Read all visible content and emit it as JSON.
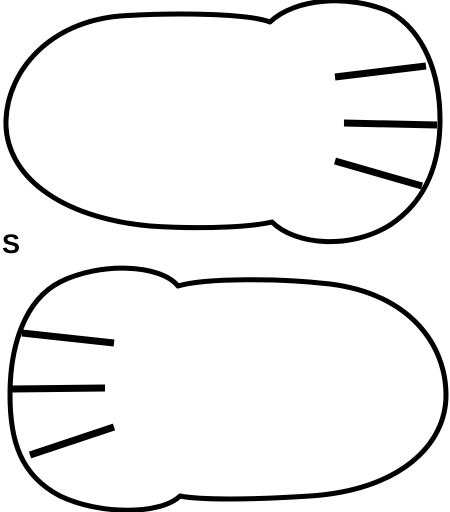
{
  "side_label": "S",
  "colors": {
    "stroke": "#000000",
    "fill": "#ffffff",
    "background": "#ffffff"
  },
  "prints": [
    {
      "name": "upper-paw-print",
      "toes_side": "right",
      "toe_count": 3
    },
    {
      "name": "lower-paw-print",
      "toes_side": "left",
      "toe_count": 3
    }
  ]
}
